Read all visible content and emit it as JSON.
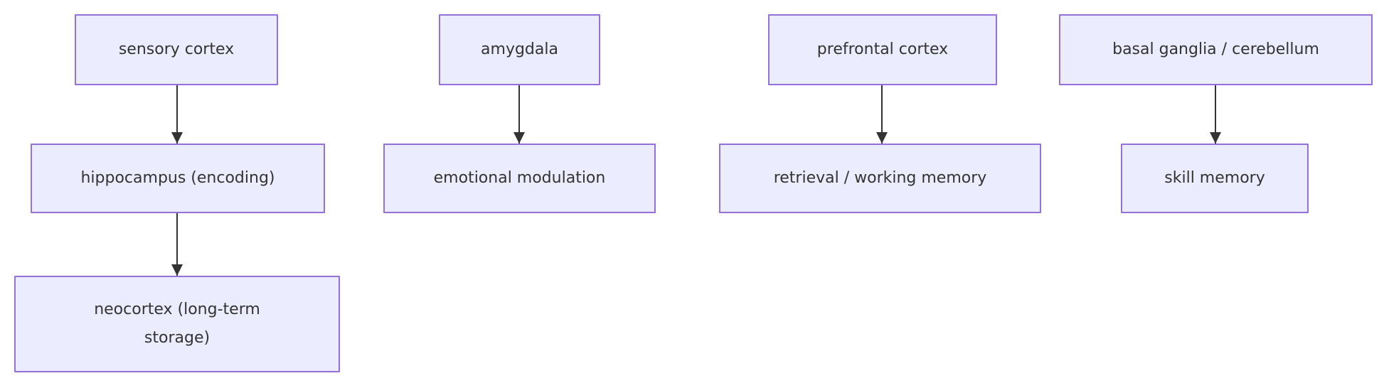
{
  "diagram": {
    "type": "flowchart",
    "direction": "top-down",
    "colors": {
      "node_fill": "#ECECFF",
      "node_border": "#9370DB",
      "text": "#333333",
      "edge": "#333333",
      "background": "#FFFFFF"
    },
    "nodes": [
      {
        "id": "sensory-cortex",
        "label": "sensory cortex"
      },
      {
        "id": "hippocampus-encoding",
        "label": "hippocampus (encoding)"
      },
      {
        "id": "neocortex-long-term-storage",
        "label": "neocortex (long-term storage)"
      },
      {
        "id": "amygdala",
        "label": "amygdala"
      },
      {
        "id": "emotional-modulation",
        "label": "emotional modulation"
      },
      {
        "id": "prefrontal-cortex",
        "label": "prefrontal cortex"
      },
      {
        "id": "retrieval-working-memory",
        "label": "retrieval / working memory"
      },
      {
        "id": "basal-ganglia-cerebellum",
        "label": "basal ganglia / cerebellum"
      },
      {
        "id": "skill-memory",
        "label": "skill memory"
      }
    ],
    "edges": [
      {
        "from": "sensory-cortex",
        "to": "hippocampus-encoding"
      },
      {
        "from": "hippocampus-encoding",
        "to": "neocortex-long-term-storage"
      },
      {
        "from": "amygdala",
        "to": "emotional-modulation"
      },
      {
        "from": "prefrontal-cortex",
        "to": "retrieval-working-memory"
      },
      {
        "from": "basal-ganglia-cerebellum",
        "to": "skill-memory"
      }
    ]
  }
}
